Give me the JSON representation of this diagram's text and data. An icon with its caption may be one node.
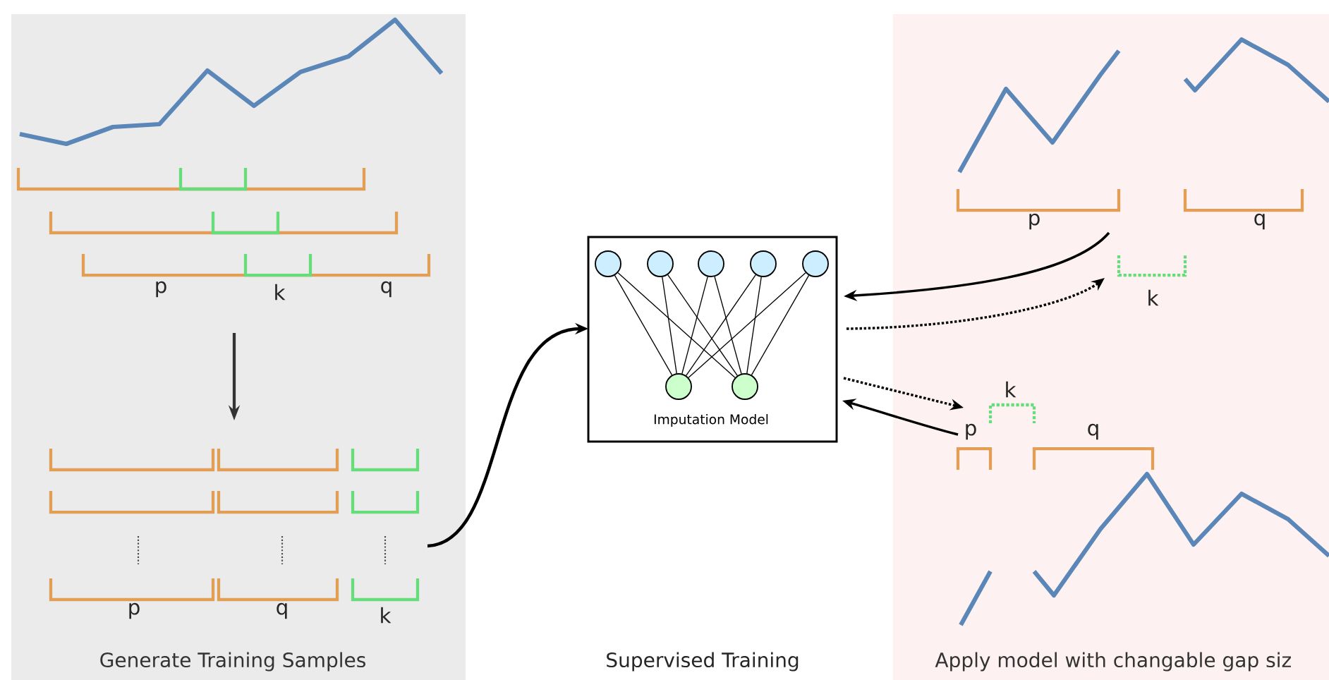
{
  "diagram": {
    "nodes": [
      {
        "text": [
          "Generate Training Samples"
        ]
      },
      {
        "text": [
          "Imputation Model"
        ]
      },
      {
        "text": [],
        "shape": "circle",
        "in": 1
      },
      {
        "text": [],
        "shape": "circle",
        "in": 1
      },
      {
        "text": [],
        "shape": "circle",
        "in": 1
      },
      {
        "text": [],
        "shape": "circle",
        "in": 1
      },
      {
        "text": [],
        "shape": "circle",
        "in": 1
      },
      {
        "text": [],
        "shape": "circle",
        "in": 1
      },
      {
        "text": [],
        "shape": "circle",
        "in": 1
      },
      {
        "text": [
          "Apply model with changable gap siz"
        ]
      }
    ],
    "edges": [
      {
        "from": 2,
        "to": 7,
        "arrow": "none"
      },
      {
        "from": 2,
        "to": 8,
        "arrow": "none"
      },
      {
        "from": 3,
        "to": 7,
        "arrow": "none"
      },
      {
        "from": 3,
        "to": 8,
        "arrow": "none"
      },
      {
        "from": 4,
        "to": 7,
        "arrow": "none"
      },
      {
        "from": 4,
        "to": 8,
        "arrow": "none"
      },
      {
        "from": 5,
        "to": 7,
        "arrow": "none"
      },
      {
        "from": 5,
        "to": 8,
        "arrow": "none"
      },
      {
        "from": 6,
        "to": 7,
        "arrow": "none"
      },
      {
        "from": 6,
        "to": 8,
        "arrow": "none"
      },
      {
        "from": 0,
        "to": 1,
        "arrow": "to",
        "style": "thick"
      },
      {
        "from": 9,
        "to": 1,
        "arrow": "to"
      },
      {
        "from": 1,
        "to": 9,
        "arrow": "to",
        "style": "dashed"
      },
      {
        "from": 1,
        "to": 9,
        "arrow": "to",
        "style": "dashed"
      },
      {
        "from": 9,
        "to": 1,
        "arrow": "to"
      }
    ],
    "labels": [
      "p",
      "k",
      "q",
      "p",
      "q",
      "k",
      "Supervised Training",
      "p",
      "q",
      "k",
      "k",
      "p",
      "q"
    ]
  }
}
